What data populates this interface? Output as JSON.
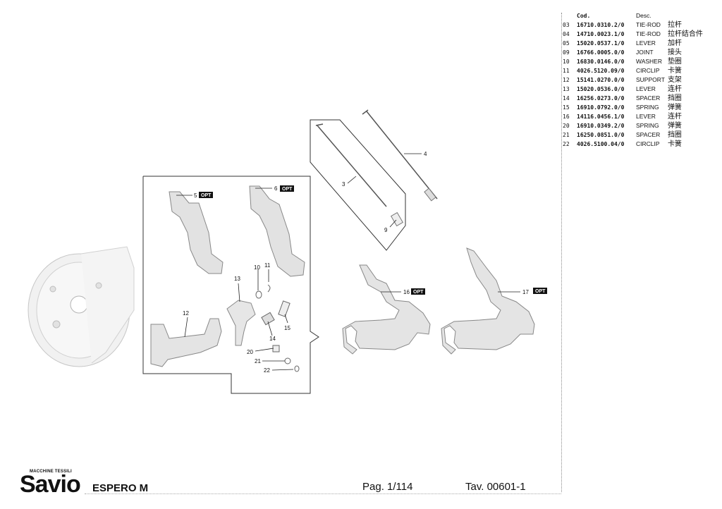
{
  "table": {
    "headers": {
      "code": "Cod.",
      "desc": "Desc."
    },
    "rows": [
      {
        "pos": "03",
        "code": "16710.0310.2/0",
        "en": "TIE-ROD",
        "cn": "拉杆"
      },
      {
        "pos": "04",
        "code": "14710.0023.1/0",
        "en": "TIE-ROD",
        "cn": "拉杆结合件"
      },
      {
        "pos": "05",
        "code": "15020.0537.1/0",
        "en": "LEVER",
        "cn": "加杆"
      },
      {
        "pos": "09",
        "code": "16766.0005.0/0",
        "en": "JOINT",
        "cn": "接头"
      },
      {
        "pos": "10",
        "code": "16830.0146.0/0",
        "en": "WASHER",
        "cn": "垫圈"
      },
      {
        "pos": "11",
        "code": "4026.5120.09/0",
        "en": "CIRCLIP",
        "cn": "卡簧"
      },
      {
        "pos": "12",
        "code": "15141.0270.0/0",
        "en": "SUPPORT",
        "cn": "支架"
      },
      {
        "pos": "13",
        "code": "15020.0536.0/0",
        "en": "LEVER",
        "cn": "连杆"
      },
      {
        "pos": "14",
        "code": "16256.0273.0/0",
        "en": "SPACER",
        "cn": "挡圈"
      },
      {
        "pos": "15",
        "code": "16910.0792.0/0",
        "en": "SPRING",
        "cn": "弹簧"
      },
      {
        "pos": "16",
        "code": "14116.0456.1/0",
        "en": "LEVER",
        "cn": "连杆"
      },
      {
        "pos": "20",
        "code": "16910.0349.2/0",
        "en": "SPRING",
        "cn": "弹簧"
      },
      {
        "pos": "21",
        "code": "16250.0851.0/0",
        "en": "SPACER",
        "cn": "挡圈"
      },
      {
        "pos": "22",
        "code": "4026.5100.04/0",
        "en": "CIRCLIP",
        "cn": "卡簧"
      }
    ]
  },
  "callouts": {
    "c3": "3",
    "c4": "4",
    "c5": "5",
    "c6": "6",
    "c9": "9",
    "c10": "10",
    "c11": "11",
    "c12": "12",
    "c13": "13",
    "c14": "14",
    "c15": "15",
    "c16": "16",
    "c17": "17",
    "c20": "20",
    "c21": "21",
    "c22": "22"
  },
  "opt_label": "OPT",
  "footer": {
    "brand": "Savio",
    "brand_sub": "MACCHINE TESSILI",
    "model": "ESPERO M",
    "page": "Pag. 1/114",
    "table_id": "Tav. 00601-1"
  }
}
